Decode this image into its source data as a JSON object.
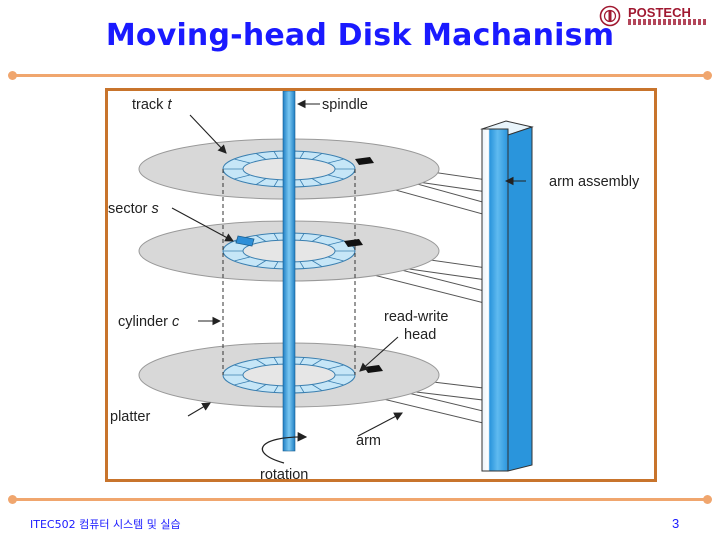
{
  "slide": {
    "title": "Moving-head Disk Machanism",
    "logo": {
      "text": "POSTECH",
      "icon": "university-seal-icon"
    },
    "footer_left": "ITEC502 컴퓨터 시스템 및 실습",
    "page_number": "3",
    "accent_color": "#f0a66e",
    "title_color": "#1a1aff",
    "frame_color": "#c8742c"
  },
  "diagram": {
    "labels": {
      "track": "track",
      "track_var": "t",
      "spindle": "spindle",
      "arm_assembly": "arm assembly",
      "sector": "sector",
      "sector_var": "s",
      "cylinder": "cylinder",
      "cylinder_var": "c",
      "read_write_1": "read-write",
      "read_write_2": "head",
      "platter": "platter",
      "arm": "arm",
      "rotation": "rotation"
    },
    "colors": {
      "platter": "#d8d8d8",
      "spindle": "#3aa0e0",
      "track_ring": "#c6e6f7",
      "sector_highlight": "#2e8fd8"
    }
  }
}
